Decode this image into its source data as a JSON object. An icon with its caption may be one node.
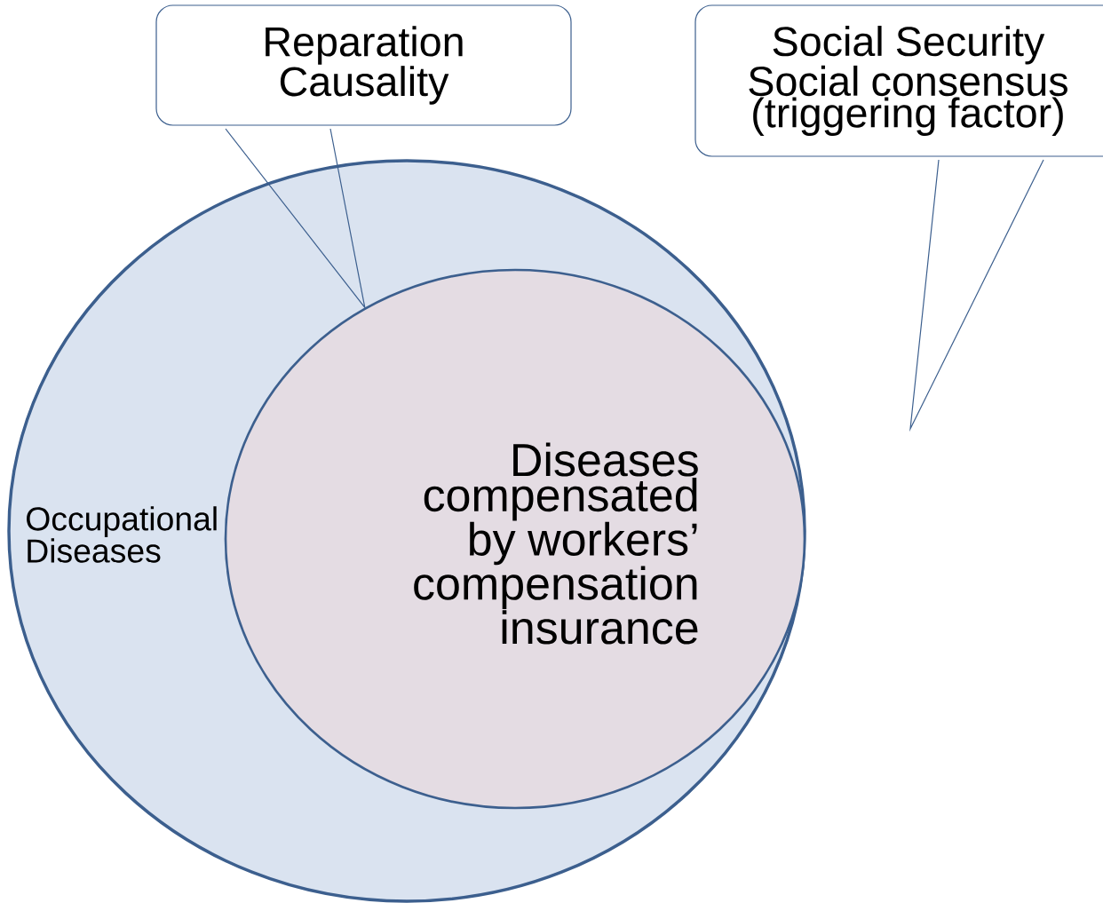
{
  "diagram": {
    "nodes": [
      {
        "text": [
          "Reparation Causality"
        ]
      },
      {
        "text": [
          "Social Security Social consensus (triggering factor)"
        ]
      },
      {
        "text": [
          "Occupational Diseases"
        ]
      },
      {
        "text": [
          "Diseases compensated by workers’ compensation insurance"
        ],
        "in": 2
      }
    ],
    "edges": [
      {
        "from": 0,
        "to": 3,
        "arrow": "none"
      },
      {
        "from": 1,
        "to": null,
        "arrow": "none"
      }
    ]
  }
}
